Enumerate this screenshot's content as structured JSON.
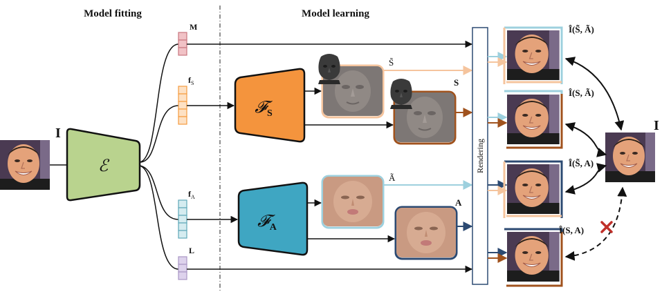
{
  "headings": {
    "fitting": "Model fitting",
    "learning": "Model learning"
  },
  "input": {
    "label": "I"
  },
  "encoder": {
    "label": "ℰ"
  },
  "codes": {
    "m": "M",
    "fs": "f",
    "fs_sub": "S",
    "fa": "f",
    "fa_sub": "A",
    "l": "L"
  },
  "decoders": {
    "shape": "𝓕",
    "shape_sub": "S",
    "albedo": "𝓕",
    "albedo_sub": "A"
  },
  "intermediate": {
    "s_tilde": "S̃",
    "s": "S",
    "a_tilde": "Ã",
    "a": "A"
  },
  "renderer": {
    "label": "Rendering"
  },
  "outputs": [
    {
      "label": "Î(S̃, Ã)"
    },
    {
      "label": "Î(S, Ã)"
    },
    {
      "label": "Î(S̃, A)"
    },
    {
      "label": "Î(S, A)"
    }
  ],
  "target": {
    "label": "I"
  },
  "colors": {
    "m_code": "#c9767f",
    "fs_code": "#f59b3f",
    "fa_code": "#5ea8b8",
    "l_code": "#a996c4",
    "encoder": "#b9d38e",
    "shape_decoder": "#f4943d",
    "albedo_decoder": "#3fa6c2",
    "s_tilde_arrow": "#f5c49d",
    "s_arrow": "#a0521d",
    "a_tilde_arrow": "#9dd0de",
    "a_arrow": "#2c4a72",
    "cross": "#c0302a"
  }
}
